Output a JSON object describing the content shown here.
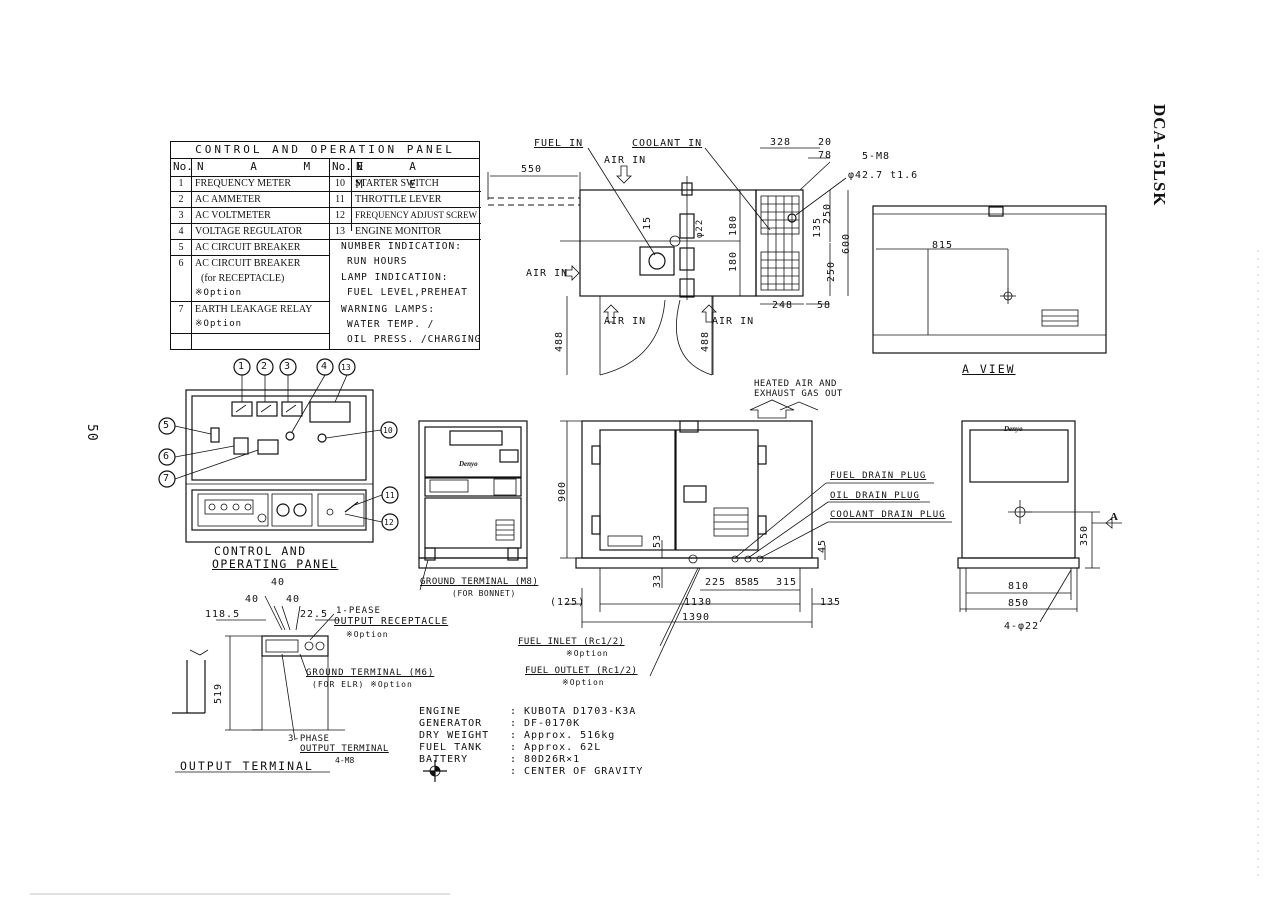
{
  "model_title": "DCA-15LSK",
  "page_number": "50",
  "control_table": {
    "title": "CONTROL AND OPERATION PANEL",
    "col_no": "No.",
    "col_name": "N A M E",
    "left_rows": [
      {
        "no": "1",
        "name": "FREQUENCY METER"
      },
      {
        "no": "2",
        "name": "AC AMMETER"
      },
      {
        "no": "3",
        "name": "AC VOLTMETER"
      },
      {
        "no": "4",
        "name": "VOLTAGE REGULATOR"
      },
      {
        "no": "5",
        "name": "AC CIRCUIT BREAKER"
      },
      {
        "no": "6",
        "name": "AC CIRCUIT BREAKER"
      },
      {
        "no": "7",
        "name": "EARTH LEAKAGE RELAY"
      }
    ],
    "row6_line2": "(for RECEPTACLE)",
    "row6_option": "※Option",
    "row7_option": "※Option",
    "right_rows": [
      {
        "no": "10",
        "name": "STARTER SWITCH"
      },
      {
        "no": "11",
        "name": "THROTTLE LEVER"
      },
      {
        "no": "12",
        "name": "FREQUENCY ADJUST SCREW"
      },
      {
        "no": "13",
        "name": "ENGINE MONITOR"
      }
    ],
    "monitor_lines": [
      "NUMBER INDICATION:",
      "RUN HOURS",
      "LAMP INDICATION:",
      "FUEL LEVEL,PREHEAT",
      "WARNING LAMPS:",
      "WATER TEMP. /",
      "OIL PRESS. /CHARGING"
    ]
  },
  "panel_callouts": [
    "1",
    "2",
    "3",
    "4",
    "13",
    "5",
    "10",
    "6",
    "7",
    "11",
    "12"
  ],
  "panel_caption": [
    "CONTROL AND",
    "OPERATING PANEL"
  ],
  "top_view": {
    "labels": {
      "fuel_in": "FUEL IN",
      "coolant_in": "COOLANT IN",
      "air_in_1": "AIR IN",
      "air_in_2": "AIR IN",
      "air_in_3": "AIR IN",
      "air_in_4": "AIR IN"
    },
    "dims": {
      "d550": "550",
      "d328": "328",
      "d20": "20",
      "d78": "78",
      "m8": "5-M8",
      "phi": "φ42.7 t1.6",
      "d15": "15",
      "phi22": "φ22",
      "d180a": "180",
      "d180b": "180",
      "d135": "135",
      "d250a": "250",
      "d250b": "250",
      "d600": "600",
      "d248": "248",
      "d58": "58",
      "d488a": "488",
      "d488b": "488"
    }
  },
  "a_view": {
    "dim": "815",
    "caption": "A VIEW"
  },
  "front_view": {
    "top_note": [
      "HEATED AIR AND",
      "EXHAUST GAS OUT"
    ],
    "logo": "Denyo",
    "plugs": [
      "FUEL DRAIN PLUG",
      "OIL DRAIN PLUG",
      "COOLANT DRAIN PLUG"
    ],
    "ground_terminal": [
      "GROUND TERMINAL (M8)",
      "(FOR BONNET)"
    ],
    "fuel_inlet": [
      "FUEL INLET (Rc1/2)",
      "※Option"
    ],
    "fuel_outlet": [
      "FUEL OUTLET (Rc1/2)",
      "※Option"
    ],
    "dims": {
      "d900": "900",
      "d53": "53",
      "d45": "45",
      "d33": "33",
      "d225": "225",
      "d8585": "8585",
      "d315": "315",
      "d125": "(125)",
      "d1130": "1130",
      "d135": "135",
      "d1390": "1390"
    }
  },
  "side_view": {
    "logo": "Denyo",
    "marker": "A",
    "dims": {
      "d350": "350",
      "d810": "810",
      "d850": "850",
      "holes": "4-φ22"
    }
  },
  "output_terminal": {
    "dims": {
      "d40a": "40",
      "d40b": "40",
      "d40c": "40",
      "d118": "118.5",
      "d22": "22.5",
      "d519": "519"
    },
    "receptacle": [
      "1-PEASE",
      "OUTPUT RECEPTACLE",
      "※Option"
    ],
    "ground": [
      "GROUND TERMINAL (M6)",
      "(FOR ELR) ※Option"
    ],
    "three_phase": [
      "3-PHASE",
      "OUTPUT TERMINAL"
    ],
    "m8": "4-M8",
    "caption": "OUTPUT TERMINAL"
  },
  "specs": [
    {
      "key": "ENGINE",
      "value": "KUBOTA D1703-K3A"
    },
    {
      "key": "GENERATOR",
      "value": "DF-0170K"
    },
    {
      "key": "DRY WEIGHT",
      "value": "Approx. 516kg"
    },
    {
      "key": "FUEL TANK",
      "value": "Approx. 62L"
    },
    {
      "key": "BATTERY",
      "value": "80D26R×1"
    }
  ],
  "spec_separator": ":",
  "center_of_gravity": "CENTER OF GRAVITY"
}
